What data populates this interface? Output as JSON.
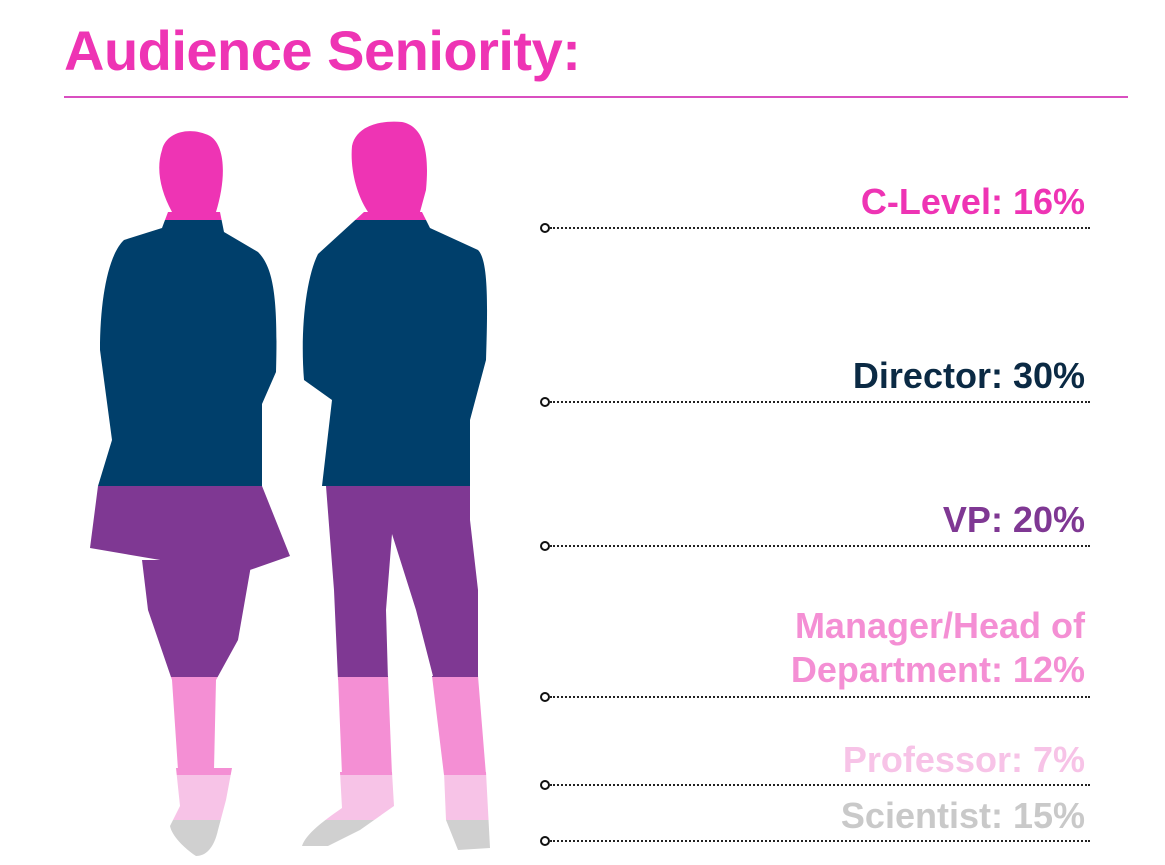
{
  "title": "Audience Seniority:",
  "colors": {
    "title": "#ee34b4",
    "rule": "#d94fc0",
    "figure_shadow": "#d9d9d9"
  },
  "chart_data": {
    "type": "stacked-pictogram",
    "orientation": "top-to-bottom",
    "categories": [
      "C-Level",
      "Director",
      "VP",
      "Manager/Head of Department",
      "Professor",
      "Scientist"
    ],
    "labels": [
      "C-Level: 16%",
      "Director: 30%",
      "VP: 20%",
      "Manager/Head of Department: 12%",
      "Professor: 7%",
      "Scientist: 15%"
    ],
    "values": [
      16,
      30,
      20,
      12,
      7,
      15
    ],
    "unit": "%",
    "colors": [
      "#ee34b4",
      "#003f6b",
      "#7f3893",
      "#f48fd4",
      "#f7c3e7",
      "#d0d0d0"
    ],
    "label_colors": [
      "#ee34b4",
      "#0b2a44",
      "#7f3893",
      "#f48fd4",
      "#f7c3e7",
      "#c9c9c9"
    ],
    "legend": "right"
  }
}
